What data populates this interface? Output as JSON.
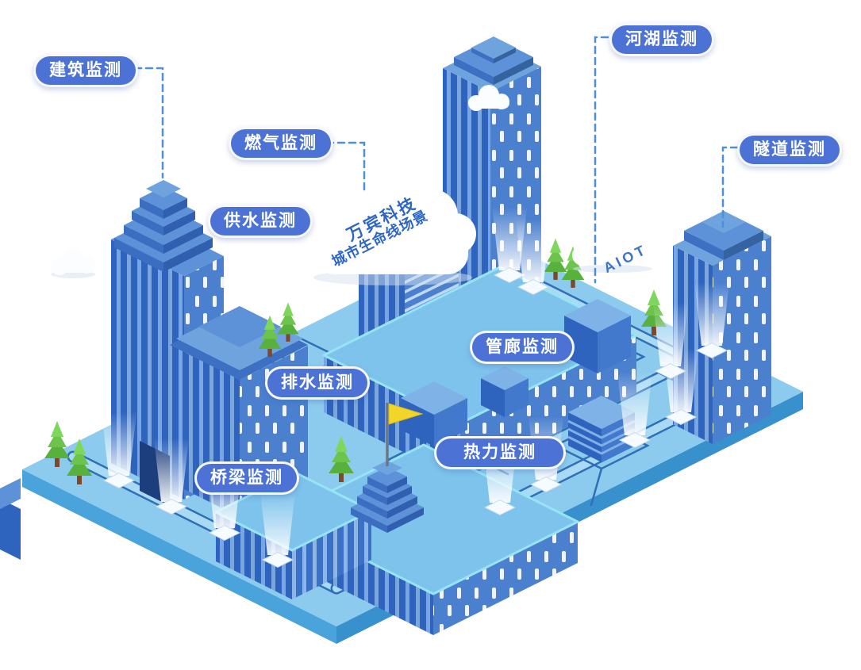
{
  "colors": {
    "pill": "#4C72D5",
    "dash": "#4E8FD9",
    "cloud-text": "#2D66C4",
    "aiot-text": "#3B74CE",
    "platform-top": "#8CCBEE",
    "building-dark": "#2F64BE",
    "building-mid": "#4B80CF",
    "roof-light": "#7EC3EC",
    "tree-green": "#5CB53E",
    "flag-yellow": "#F2D529"
  },
  "clouds": {
    "brand": {
      "line1": "万宾科技",
      "line2": "城市生命线场景"
    },
    "aiot": {
      "label": "AIOT"
    }
  },
  "labels": {
    "building": "建筑监测",
    "gas": "燃气监测",
    "water_supply": "供水监测",
    "river_lake": "河湖监测",
    "tunnel": "隧道监测",
    "pipe_gallery": "管廊监测",
    "drainage": "排水监测",
    "heating": "热力监测",
    "bridge": "桥梁监测"
  }
}
